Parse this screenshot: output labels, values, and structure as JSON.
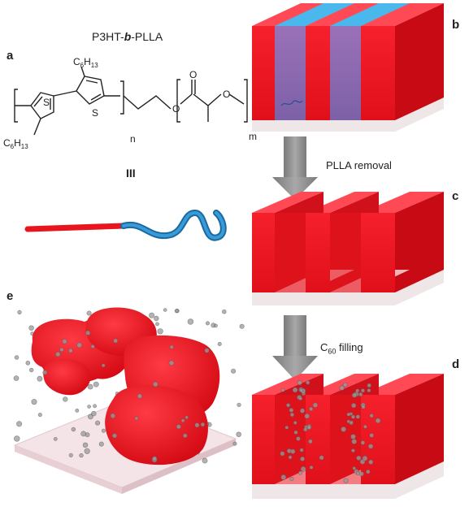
{
  "panels": {
    "a": "a",
    "b": "b",
    "c": "c",
    "d": "d",
    "e": "e"
  },
  "polymer": {
    "name_prefix": "P3HT-",
    "name_b": "b",
    "name_suffix": "-PLLA",
    "roman": "III",
    "hexyl_main": "C",
    "hexyl_6": "6",
    "hexyl_h": "H",
    "hexyl_13": "13",
    "sulfur": "S",
    "oxygen": "O",
    "n": "n",
    "m": "m"
  },
  "steps": {
    "removal": "PLLA removal",
    "filling_prefix": "C",
    "filling_sub": "60",
    "filling_suffix": " filling"
  },
  "colors": {
    "block_red": "#e8141e",
    "block_top": "#ff5060",
    "block_side": "#c80a14",
    "pllA_blue": "#2a80c0",
    "arrow_gray": "#8c8c8c",
    "substrate": "#efe6e8"
  }
}
